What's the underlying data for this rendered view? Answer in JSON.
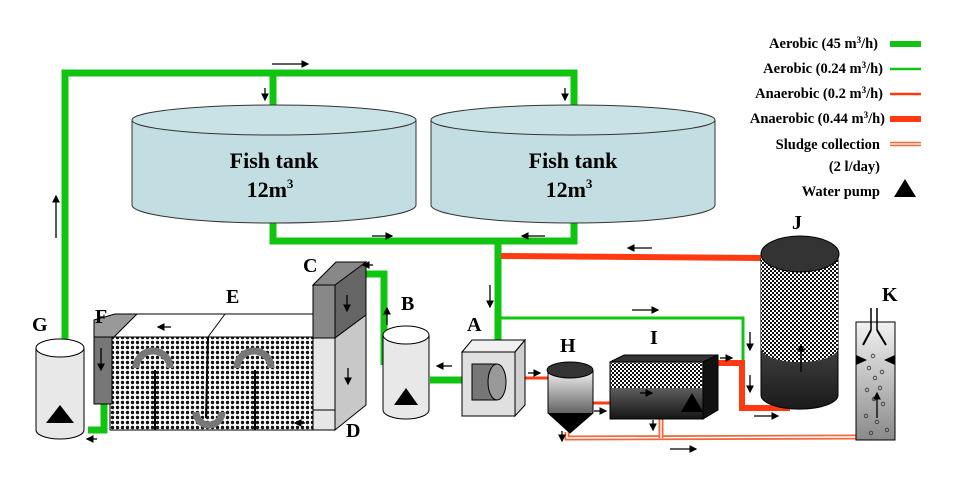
{
  "diagram": {
    "type": "process-flow",
    "title": "Recirculating aquaculture system with aerobic and anaerobic loops"
  },
  "colors": {
    "aerobic": "#11c411",
    "anaerobic": "#ff3a10",
    "sludge": "#f06a40",
    "tank_fill": "#c2dee2"
  },
  "tanks": [
    {
      "name": "Fish tank",
      "volume": "12m",
      "volume_sup": "3"
    },
    {
      "name": "Fish tank",
      "volume": "12m",
      "volume_sup": "3"
    }
  ],
  "units": {
    "A": "A",
    "B": "B",
    "C": "C",
    "D": "D",
    "E": "E",
    "F": "F",
    "G": "G",
    "H": "H",
    "I": "I",
    "J": "J",
    "K": "K"
  },
  "legend": {
    "items": [
      {
        "label": "Aerobic (45 m",
        "sup": "3",
        "tail": "/h)",
        "style": "aerobic-thick",
        "icon": "thick-green-line"
      },
      {
        "label": "Aerobic (0.24 m",
        "sup": "3",
        "tail": "/h)",
        "style": "aerobic-thin",
        "icon": "thin-green-line"
      },
      {
        "label": "Anaerobic (0.2 m",
        "sup": "3",
        "tail": "/h)",
        "style": "anaerobic-thin",
        "icon": "thin-red-line"
      },
      {
        "label": "Anaerobic (0.44 m",
        "sup": "3",
        "tail": "/h)",
        "style": "anaerobic-thick",
        "icon": "thick-red-line"
      },
      {
        "label": "Sludge collection",
        "sup": "",
        "tail": "",
        "style": "sludge",
        "icon": "double-red-line"
      },
      {
        "label": "(2 l/day)",
        "sup": "",
        "tail": "",
        "style": "none",
        "icon": ""
      },
      {
        "label": "Water pump",
        "sup": "",
        "tail": "",
        "style": "pump",
        "icon": "triangle"
      }
    ]
  }
}
